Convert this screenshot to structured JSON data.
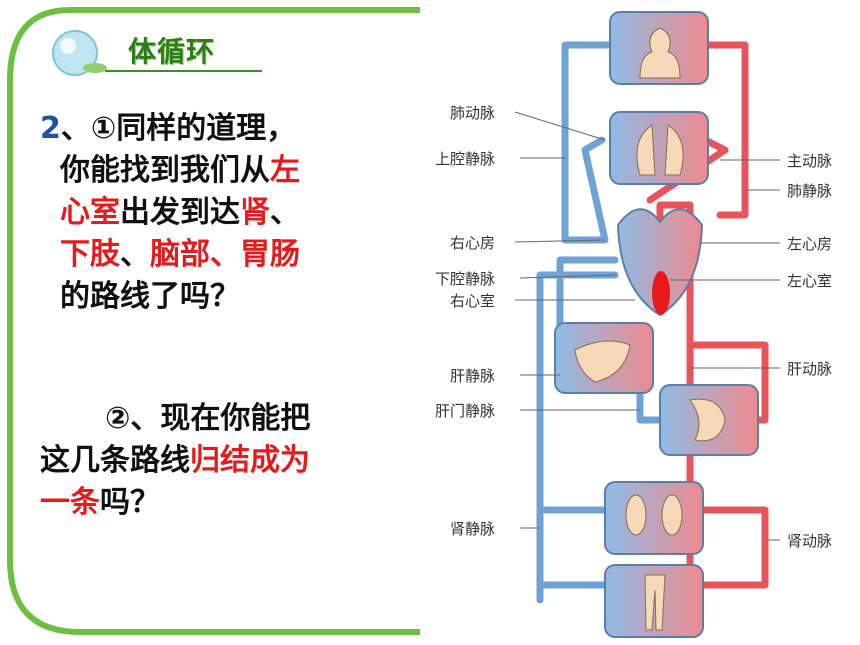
{
  "header": {
    "title": "体循环"
  },
  "question1": {
    "number": "2",
    "line1": "、①同样的道理，",
    "line2a": "你能找到我们从",
    "line2b": "左",
    "line3a": "心室",
    "line3b": "出发到达",
    "line3c": "肾",
    "line3d": "、",
    "line4a": "下肢",
    "line4b": "、",
    "line4c": "脑部、胃肠",
    "line5": "的路线了吗？"
  },
  "question2": {
    "line1": "②、现在你能把",
    "line2a": "这几条路线",
    "line2b": "归结成为",
    "line3a": "一条",
    "line3b": "吗？"
  },
  "diagram": {
    "labels_left": [
      "肺动脉",
      "上腔静脉",
      "右心房",
      "下腔静脉",
      "右心室",
      "肝静脉",
      "肝门静脉",
      "肾静脉"
    ],
    "labels_right": [
      "主动脉",
      "肺静脉",
      "左心房",
      "左心室",
      "肝动脉",
      "肾动脉"
    ],
    "colors": {
      "artery": "#e9545a",
      "vein": "#6fa3d6",
      "marker": "#e8191b"
    }
  }
}
